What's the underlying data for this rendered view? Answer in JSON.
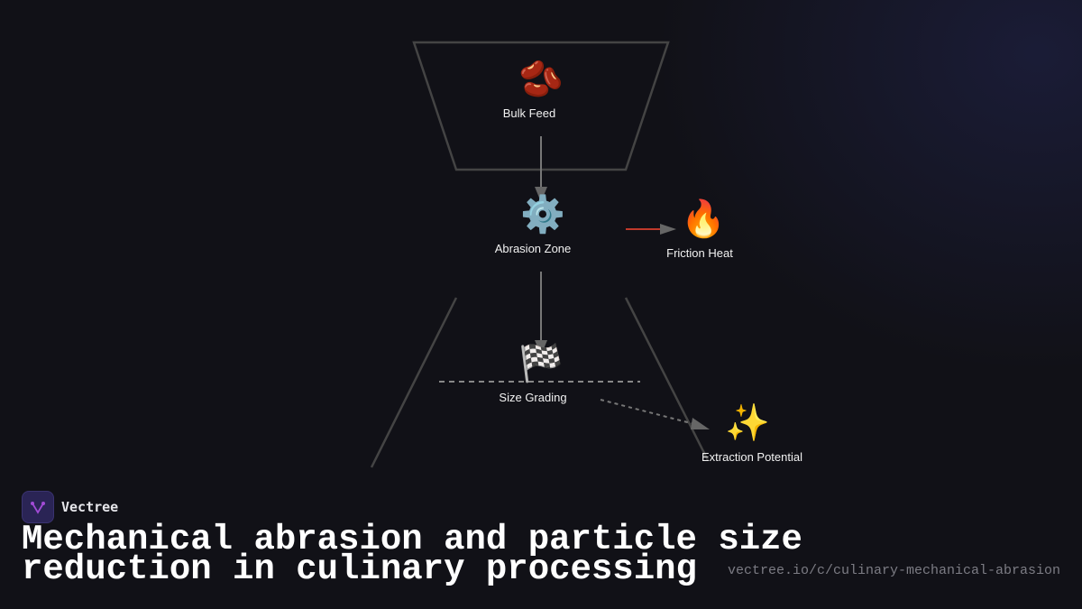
{
  "diagram": {
    "nodes": [
      {
        "id": "bulk-feed",
        "label": "Bulk Feed",
        "icon": "beans-icon",
        "glyph": "🫘"
      },
      {
        "id": "abrasion-zone",
        "label": "Abrasion Zone",
        "icon": "gear-icon",
        "glyph": "⚙️"
      },
      {
        "id": "friction-heat",
        "label": "Friction Heat",
        "icon": "fire-icon",
        "glyph": "🔥"
      },
      {
        "id": "size-grading",
        "label": "Size Grading",
        "icon": "checkered-flag-icon",
        "glyph": "🏁"
      },
      {
        "id": "extraction-potential",
        "label": "Extraction Potential",
        "icon": "sparkles-icon",
        "glyph": "✨"
      }
    ],
    "edges": [
      {
        "from": "bulk-feed",
        "to": "abrasion-zone",
        "style": "solid",
        "color": "#888888"
      },
      {
        "from": "abrasion-zone",
        "to": "friction-heat",
        "style": "solid",
        "color": "#c0392b"
      },
      {
        "from": "abrasion-zone",
        "to": "size-grading",
        "style": "solid",
        "color": "#888888"
      },
      {
        "from": "size-grading",
        "to": "extraction-potential",
        "style": "dashed",
        "color": "#888888"
      }
    ],
    "colors": {
      "background": "#111117",
      "funnel_stroke": "#444444",
      "heat_edge": "#c0392b",
      "label_text": "#f2f2f2"
    }
  },
  "brand": {
    "name": "Vectree",
    "logo": "vectree-logo-icon"
  },
  "title": "Mechanical abrasion and particle size\nreduction in culinary processing",
  "title_line1": "Mechanical abrasion and particle size",
  "title_line2": "reduction in culinary processing",
  "url": "vectree.io/c/culinary-mechanical-abrasion"
}
